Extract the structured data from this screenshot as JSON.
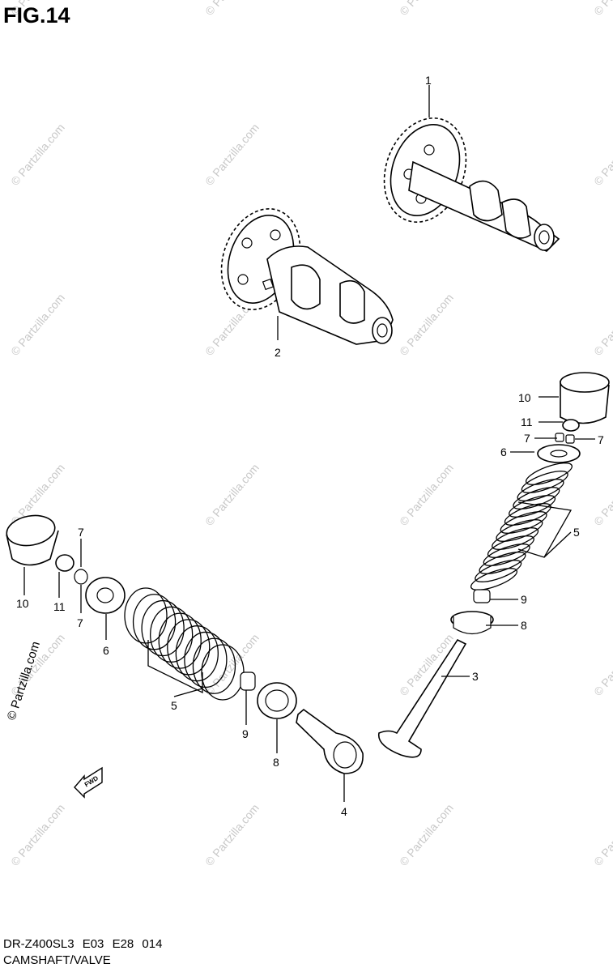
{
  "figure": {
    "title": "FIG.14",
    "footer_code": "DR-Z400SL3 E03 E28 014",
    "footer_name": "CAMSHAFT/VALVE",
    "fwd_label": "FWD"
  },
  "watermark": "© Partzilla.com",
  "callouts": [
    {
      "id": "c1",
      "label": "1"
    },
    {
      "id": "c2",
      "label": "2"
    },
    {
      "id": "c3",
      "label": "3"
    },
    {
      "id": "c4",
      "label": "4"
    },
    {
      "id": "c5a",
      "label": "5"
    },
    {
      "id": "c5b",
      "label": "5"
    },
    {
      "id": "c6a",
      "label": "6"
    },
    {
      "id": "c6b",
      "label": "6"
    },
    {
      "id": "c7a",
      "label": "7"
    },
    {
      "id": "c7b",
      "label": "7"
    },
    {
      "id": "c7c",
      "label": "7"
    },
    {
      "id": "c7d",
      "label": "7"
    },
    {
      "id": "c8a",
      "label": "8"
    },
    {
      "id": "c8b",
      "label": "8"
    },
    {
      "id": "c9a",
      "label": "9"
    },
    {
      "id": "c9b",
      "label": "9"
    },
    {
      "id": "c10a",
      "label": "10"
    },
    {
      "id": "c10b",
      "label": "10"
    },
    {
      "id": "c11a",
      "label": "11"
    },
    {
      "id": "c11b",
      "label": "11"
    }
  ]
}
